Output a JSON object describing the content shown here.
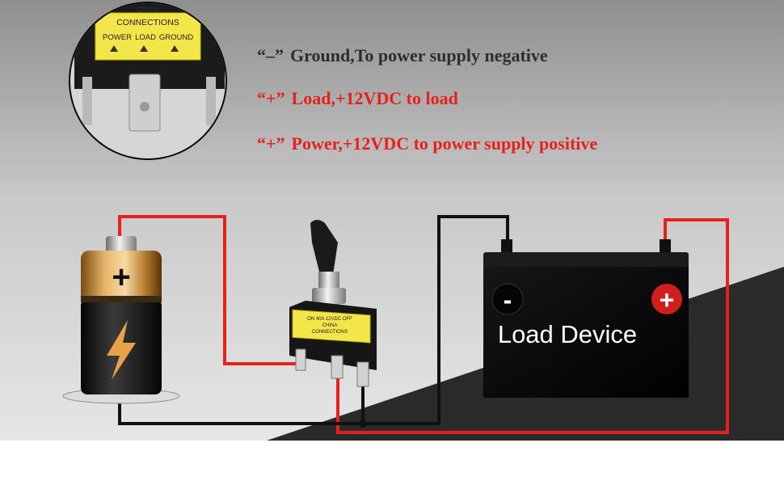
{
  "inset": {
    "brand": "CHINA",
    "header": "CONNECTIONS",
    "terminals": [
      "POWER",
      "LOAD",
      "GROUND"
    ]
  },
  "legend": [
    {
      "symbol": "“–”",
      "text": "Ground,To power supply negative",
      "color": "#2e2e2e"
    },
    {
      "symbol": "“+”",
      "text": "Load,+12VDC to load",
      "color": "#e8201c"
    },
    {
      "symbol": "“+”",
      "text": "Power,+12VDC to power supply positive",
      "color": "#e8201c"
    }
  ],
  "battery": {
    "terminal_symbol": "+"
  },
  "switch": {
    "label_line1": "ON  40A 12VDC  OFF",
    "label_line2": "CHINA",
    "label_line3": "CONNECTIONS"
  },
  "load_device": {
    "label": "Load Device",
    "negative_symbol": "-",
    "positive_symbol": "+"
  },
  "colors": {
    "positive_wire": "#e8201c",
    "negative_wire": "#111111",
    "label_yellow": "#f3e64a"
  }
}
